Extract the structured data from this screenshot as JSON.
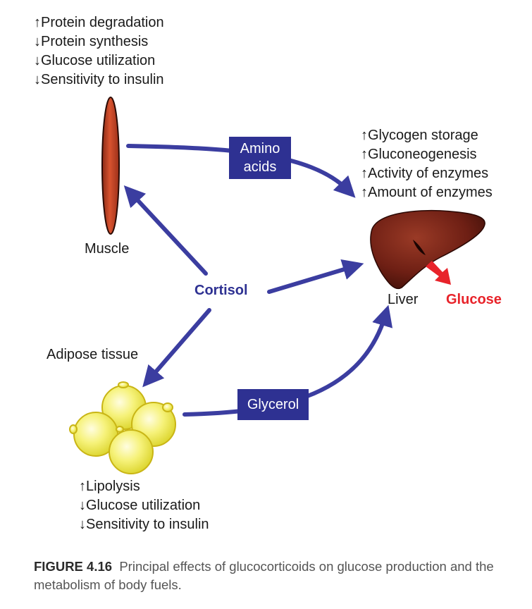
{
  "muscle": {
    "label": "Muscle",
    "effects": [
      {
        "dir": "up",
        "text": "Protein degradation"
      },
      {
        "dir": "down",
        "text": "Protein synthesis"
      },
      {
        "dir": "down",
        "text": "Glucose utilization"
      },
      {
        "dir": "down",
        "text": "Sensitivity to insulin"
      }
    ]
  },
  "liver": {
    "label": "Liver",
    "effects": [
      {
        "dir": "up",
        "text": "Glycogen storage"
      },
      {
        "dir": "up",
        "text": "Gluconeogenesis"
      },
      {
        "dir": "up",
        "text": "Activity of enzymes"
      },
      {
        "dir": "up",
        "text": "Amount of enzymes"
      }
    ]
  },
  "adipose": {
    "label": "Adipose tissue",
    "effects": [
      {
        "dir": "up",
        "text": "Lipolysis"
      },
      {
        "dir": "down",
        "text": "Glucose utilization"
      },
      {
        "dir": "down",
        "text": "Sensitivity to insulin"
      }
    ]
  },
  "hormone": "Cortisol",
  "product": "Glucose",
  "boxes": {
    "amino_line1": "Amino",
    "amino_line2": "acids",
    "glycerol": "Glycerol"
  },
  "caption": {
    "figure": "FIGURE 4.16",
    "text": "Principal effects of glucocorticoids on glucose production and the metabolism of body fuels."
  },
  "colors": {
    "arrow": "#3b3da0",
    "box": "#2e3192",
    "glucose": "#e8232a",
    "cortisol": "#2e3192",
    "muscle": "#c8452a",
    "liver": "#7a2418",
    "fat": "#f4f065"
  }
}
